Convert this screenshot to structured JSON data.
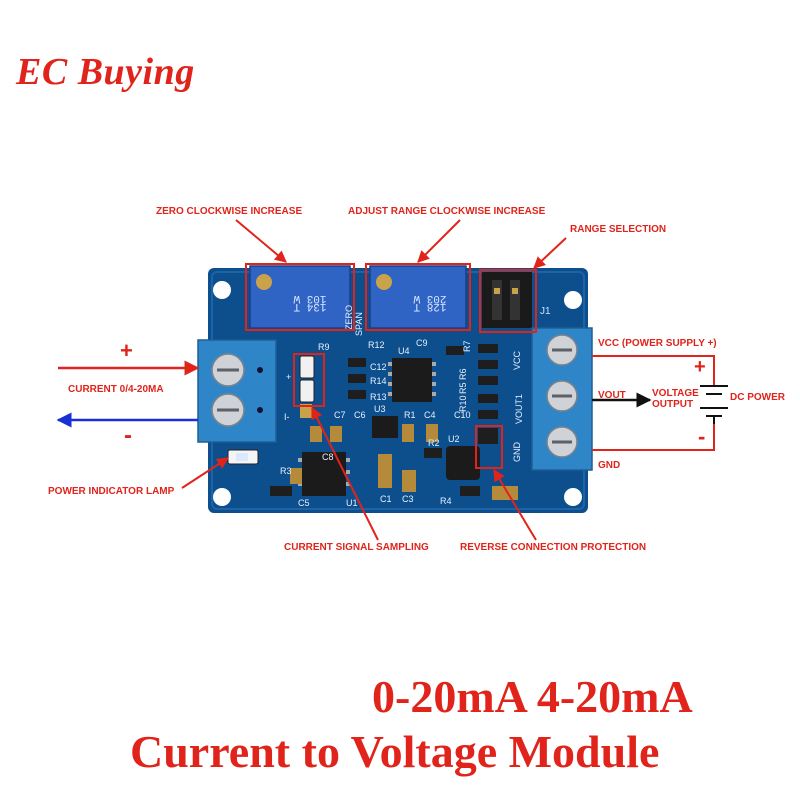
{
  "brand": {
    "name": "EC Buying"
  },
  "labels": {
    "zero": "ZERO CLOCKWISE INCREASE",
    "span": "ADJUST RANGE CLOCKWISE INCREASE",
    "range": "RANGE SELECTION",
    "current_in": "CURRENT 0/4-20MA",
    "power_lamp": "POWER INDICATOR LAMP",
    "sampling": "CURRENT SIGNAL SAMPLING",
    "reverse": "REVERSE CONNECTION PROTECTION",
    "vcc": "VCC (POWER SUPPLY +)",
    "vout": "VOUT",
    "voltage_output": "VOLTAGE OUTPUT",
    "dc_power": "DC POWER",
    "gnd": "GND",
    "input_plus": "+",
    "input_minus": "-",
    "power_plus": "+",
    "power_minus": "-"
  },
  "board": {
    "silk": {
      "pot1": "103 W\n134 T",
      "pot2": "203 W\n128 T",
      "zero": "ZERO",
      "span": "SPAN",
      "j1": "J1",
      "r12": "R12",
      "c12": "C12",
      "r14": "R14",
      "r13": "R13",
      "u4": "U4",
      "c9": "C9",
      "r7": "R7",
      "r6": "R6",
      "r5": "R5",
      "r10": "R10",
      "c10": "C10",
      "c4": "C4",
      "r9": "R9",
      "c7": "C7",
      "c6": "C6",
      "u3": "U3",
      "r1": "R1",
      "r2": "R2",
      "u2": "U2",
      "r3": "R3",
      "c8": "C8",
      "c5": "C5",
      "u1": "U1",
      "c1": "C1",
      "c3": "C3",
      "r4": "R4",
      "vout1": "VOUT1",
      "vcc": "VCC",
      "gnd": "GND",
      "in_plus": "+",
      "in_minus": "I-"
    }
  },
  "title": {
    "line1": "0-20mA 4-20mA",
    "line2": "Current to Voltage Module"
  },
  "colors": {
    "accent": "#e0241b",
    "pcb": "#0d4f8c",
    "terminal": "#2e86c9",
    "trimmer": "#2f63c4",
    "input_wire_pos": "#e0241b",
    "input_wire_neg": "#1a2fd6"
  }
}
